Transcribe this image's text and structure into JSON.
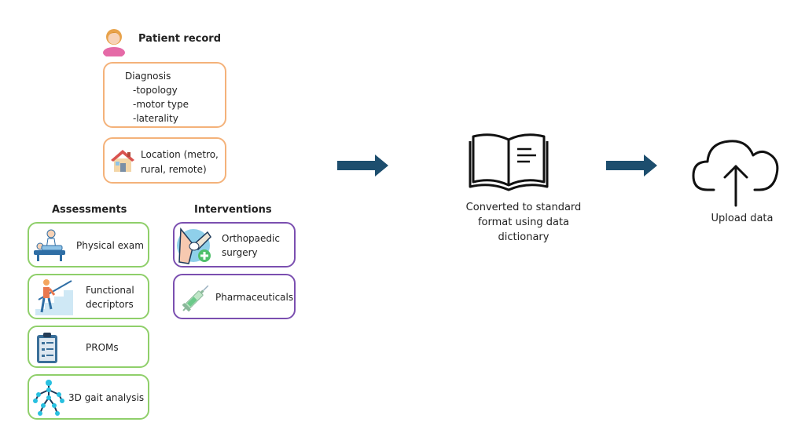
{
  "patient_record": {
    "title": "Patient record",
    "diagnosis": {
      "title": "Diagnosis",
      "items": [
        "-topology",
        "-motor type",
        "-laterality"
      ]
    },
    "location": {
      "line1": "Location (metro,",
      "line2": "rural, remote)"
    }
  },
  "assessments": {
    "title": "Assessments",
    "items": [
      {
        "line1": "Physical exam",
        "line2": ""
      },
      {
        "line1": "Functional",
        "line2": "decriptors"
      },
      {
        "line1": "PROMs",
        "line2": ""
      },
      {
        "line1": "3D gait analysis",
        "line2": ""
      }
    ]
  },
  "interventions": {
    "title": "Interventions",
    "items": [
      {
        "line1": "Orthopaedic",
        "line2": "surgery"
      },
      {
        "line1": "Pharmaceuticals",
        "line2": ""
      }
    ]
  },
  "process": {
    "line1": "Converted to standard",
    "line2": "format using data",
    "line3": "dictionary"
  },
  "upload": {
    "label": "Upload data"
  },
  "colors": {
    "arrow": "#1d4e6e",
    "orange_border": "#f4b27a",
    "green_border": "#8fcf6a",
    "purple_border": "#7b4fb0"
  }
}
